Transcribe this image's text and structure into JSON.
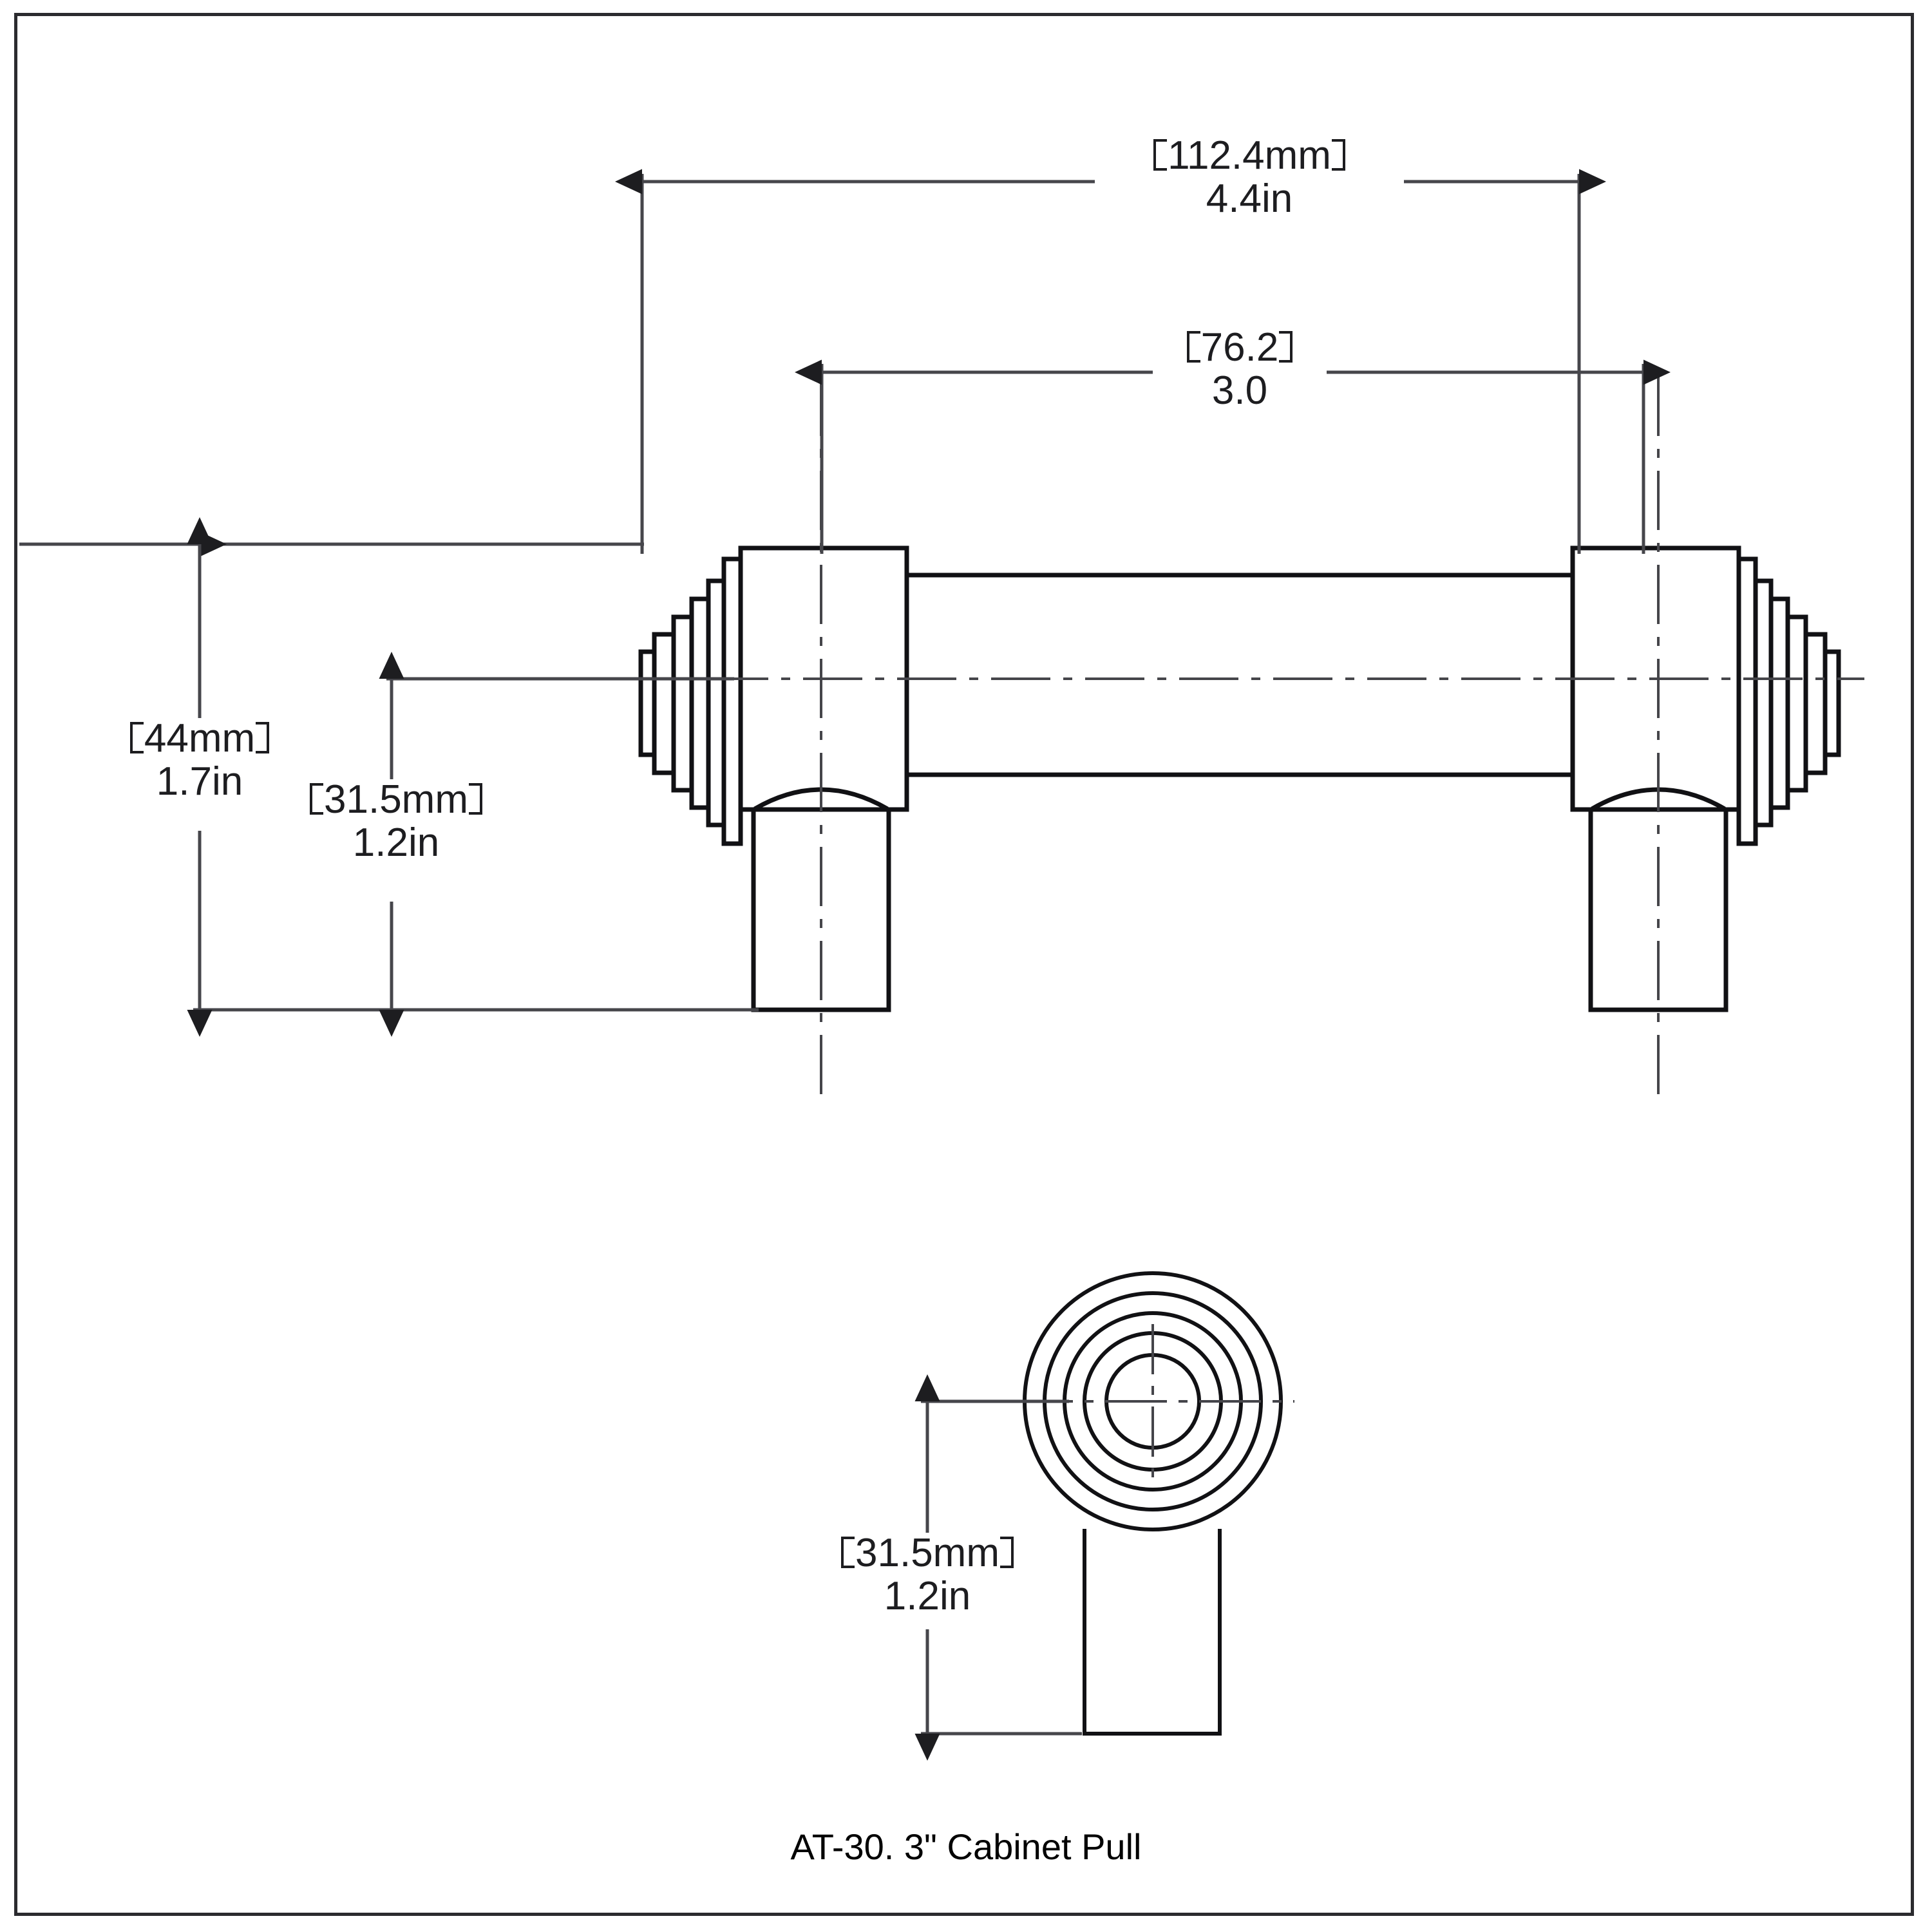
{
  "drawing": {
    "caption": "AT-30. 3\" Cabinet Pull",
    "line_color": "#111114",
    "frame_color": "#2b2b2f",
    "background": "#ffffff"
  },
  "dimensions": {
    "overall_length": {
      "name": "overall-length",
      "mm": "112.4mm",
      "inch": "4.4in"
    },
    "center_to_center": {
      "name": "center-to-center",
      "mm": "76.2",
      "inch": "3.0"
    },
    "overall_height": {
      "name": "overall-height",
      "mm": "44mm",
      "inch": "1.7in"
    },
    "projection": {
      "name": "projection",
      "mm": "31.5mm",
      "inch": "1.2in"
    },
    "post_height_end_view": {
      "name": "post-height-end-view",
      "mm": "31.5mm",
      "inch": "1.2in"
    }
  },
  "views": {
    "front_elevation": {
      "label": "front-elevation-view"
    },
    "end_view": {
      "label": "end-view"
    }
  }
}
